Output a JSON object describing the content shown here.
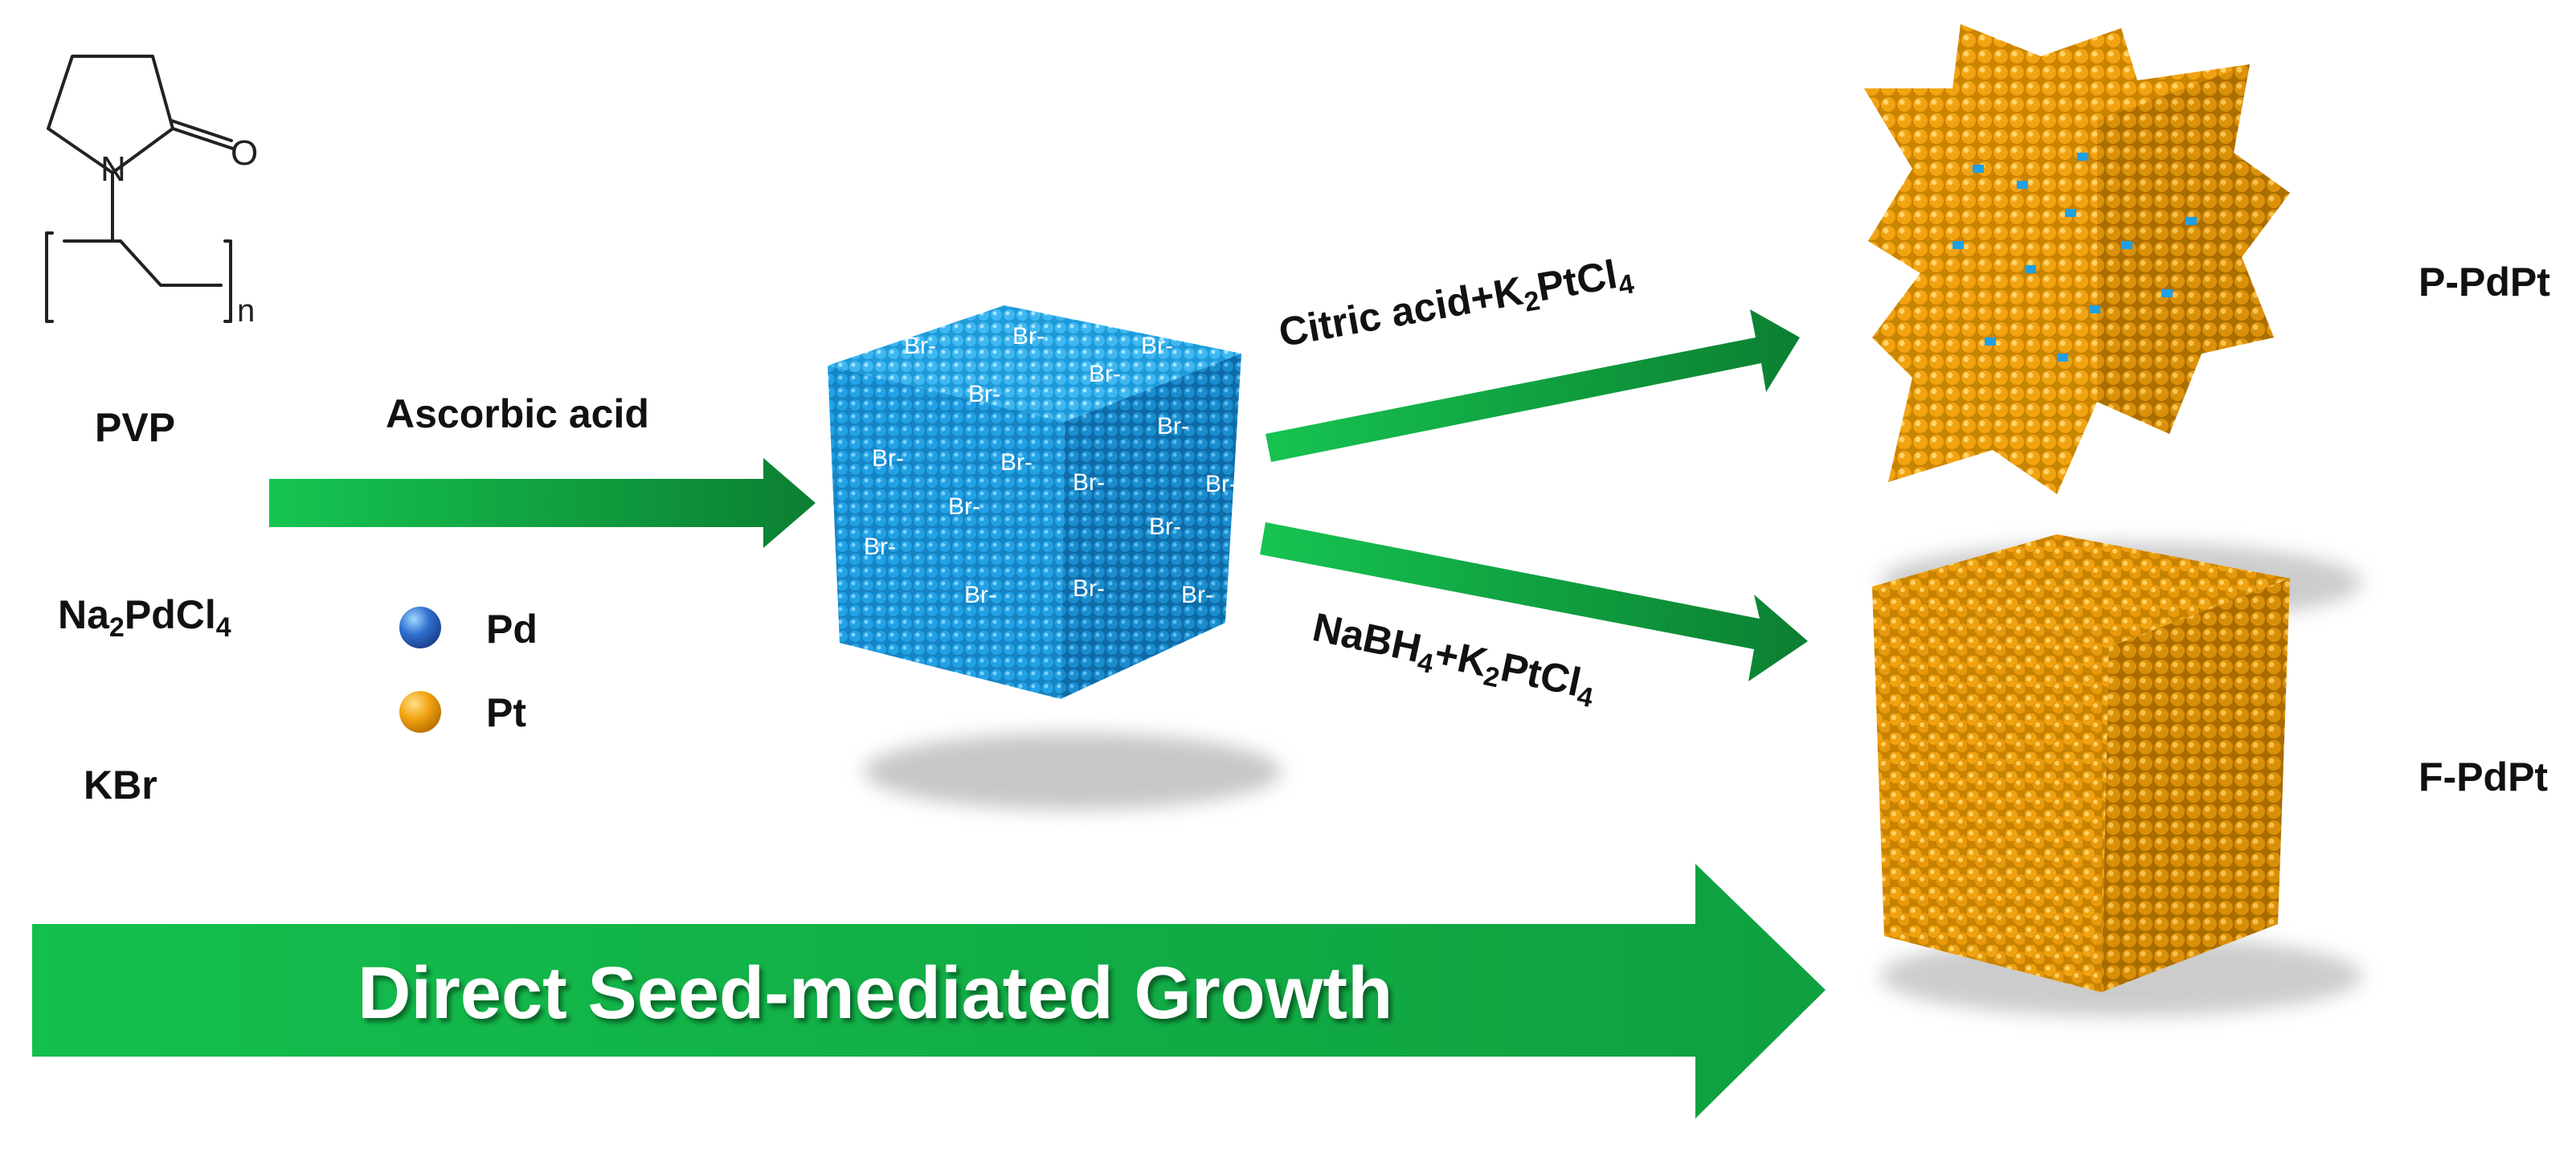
{
  "pvp_structure": {
    "n_atom": "N",
    "o_atom": "O",
    "repeat_subscript": "n"
  },
  "reagents": {
    "pvp": "PVP",
    "pd_salt": "Na2PdCl4",
    "kbr": "KBr"
  },
  "arrow1_label": "Ascorbic acid",
  "legend": [
    {
      "label": "Pd",
      "color": "#2f6fd0"
    },
    {
      "label": "Pt",
      "color": "#f2a311"
    }
  ],
  "seed_cube": {
    "surface_label": "Br-",
    "color": "#1fa0e6"
  },
  "route_top": {
    "label": "Citric acid+K2PtCl4",
    "product": "P-PdPt"
  },
  "route_bottom": {
    "label": "NaBH4+K2PtCl4",
    "product": "F-PdPt"
  },
  "banner": "Direct Seed-mediated Growth",
  "colors": {
    "arrow_green": "#13b04a",
    "arrow_dark": "#0a7a30",
    "pt_gold": "#f2a311",
    "pd_blue": "#1fa0e6"
  }
}
